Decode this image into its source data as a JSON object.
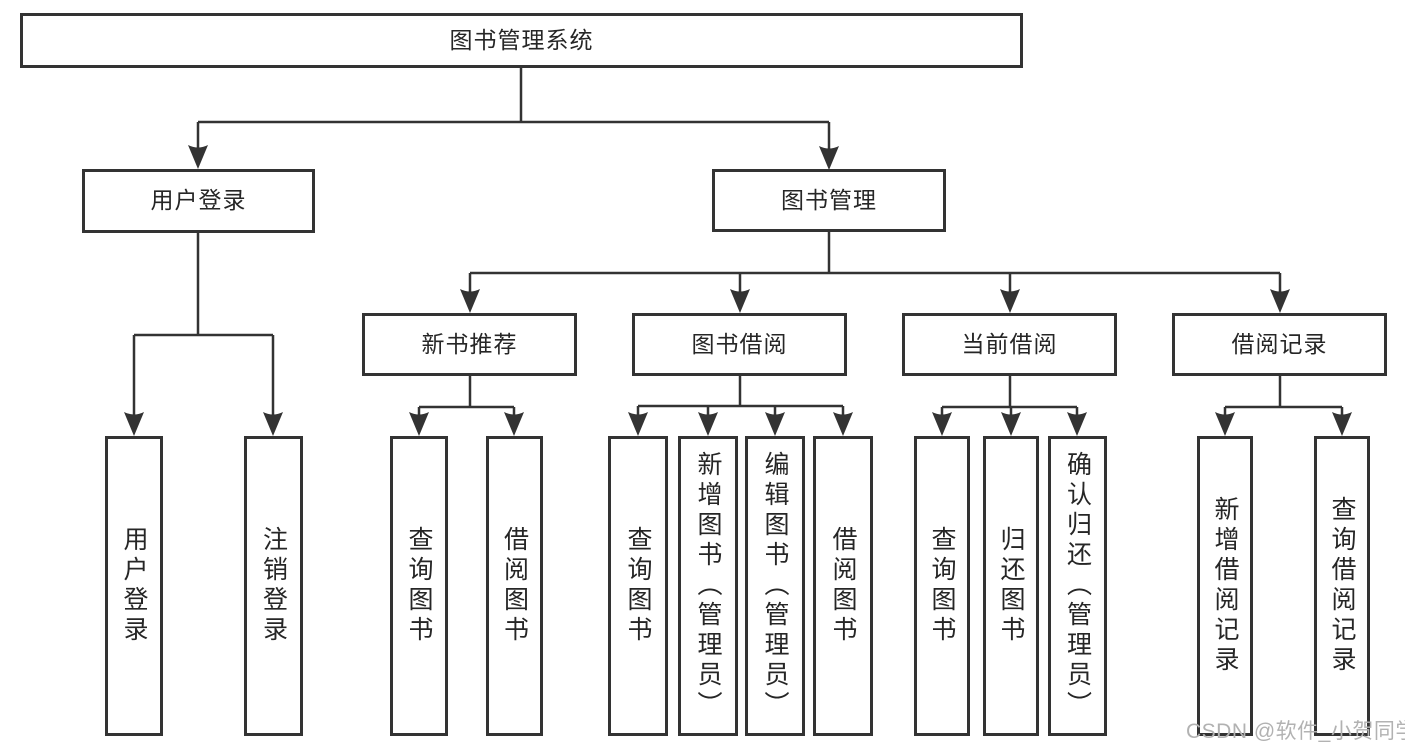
{
  "root": {
    "label": "图书管理系统",
    "children": [
      {
        "label": "用户登录",
        "children": [
          {
            "label": "用户登录"
          },
          {
            "label": "注销登录"
          }
        ]
      },
      {
        "label": "图书管理",
        "children": [
          {
            "label": "新书推荐",
            "children": [
              {
                "label": "查询图书"
              },
              {
                "label": "借阅图书"
              }
            ]
          },
          {
            "label": "图书借阅",
            "children": [
              {
                "label": "查询图书"
              },
              {
                "label": "新增图书（管理员）"
              },
              {
                "label": "编辑图书（管理员）"
              },
              {
                "label": "借阅图书"
              }
            ]
          },
          {
            "label": "当前借阅",
            "children": [
              {
                "label": "查询图书"
              },
              {
                "label": "归还图书"
              },
              {
                "label": "确认归还（管理员）"
              }
            ]
          },
          {
            "label": "借阅记录",
            "children": [
              {
                "label": "新增借阅记录"
              },
              {
                "label": "查询借阅记录"
              }
            ]
          }
        ]
      }
    ]
  },
  "watermark": {
    "text": "CSDN @软件_小贺同学"
  },
  "style": {
    "line_color": "#333333",
    "box_border_color": "#333333",
    "text_color": "#262626",
    "watermark_color": "#b2b2b2",
    "background": "#ffffff"
  }
}
